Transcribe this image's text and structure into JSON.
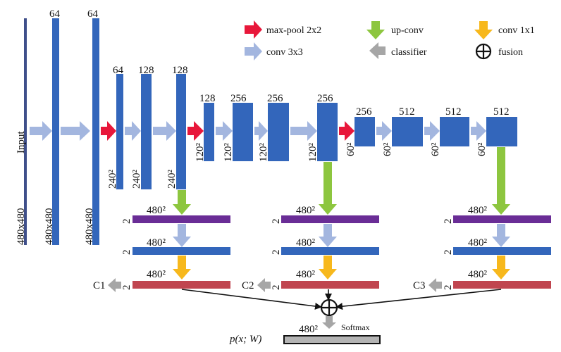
{
  "legend": [
    {
      "label": "max-pool 2x2",
      "icon": "red-right-arrow",
      "color": "#e8173a"
    },
    {
      "label": "up-conv",
      "icon": "green-down-arrow",
      "color": "#8dc63f"
    },
    {
      "label": "conv 1x1",
      "icon": "yellow-down-arrow",
      "color": "#f7b81c"
    },
    {
      "label": "conv 3x3",
      "icon": "light-blue-right-arrow",
      "color": "#a3b6df"
    },
    {
      "label": "classifier",
      "icon": "gray-left-arrow",
      "color": "#a6a6a6"
    },
    {
      "label": "fusion",
      "icon": "circled-plus-icon",
      "color": "#111111"
    }
  ],
  "input": {
    "label": "Input",
    "size": "480x480"
  },
  "stage1": {
    "channels": [
      "64",
      "64"
    ],
    "size": "480x480"
  },
  "stage2": {
    "channels": [
      "64",
      "128",
      "128"
    ],
    "size": "240²"
  },
  "stage3": {
    "channels": [
      "128",
      "256",
      "256",
      "256"
    ],
    "size": "120²"
  },
  "stage4": {
    "channels": [
      "256",
      "512",
      "512",
      "512"
    ],
    "size": "60²"
  },
  "branches": {
    "size": "480²",
    "channel": "2",
    "classifiers": [
      "C1",
      "C2",
      "C3"
    ]
  },
  "output": {
    "label": "p(x; W)",
    "size": "480²",
    "softmax": "Softmax"
  },
  "colors": {
    "block": "#3366bb",
    "purple": "#6a2d96",
    "rose": "#c0454f",
    "gray_bar": "#b4b4b4"
  }
}
